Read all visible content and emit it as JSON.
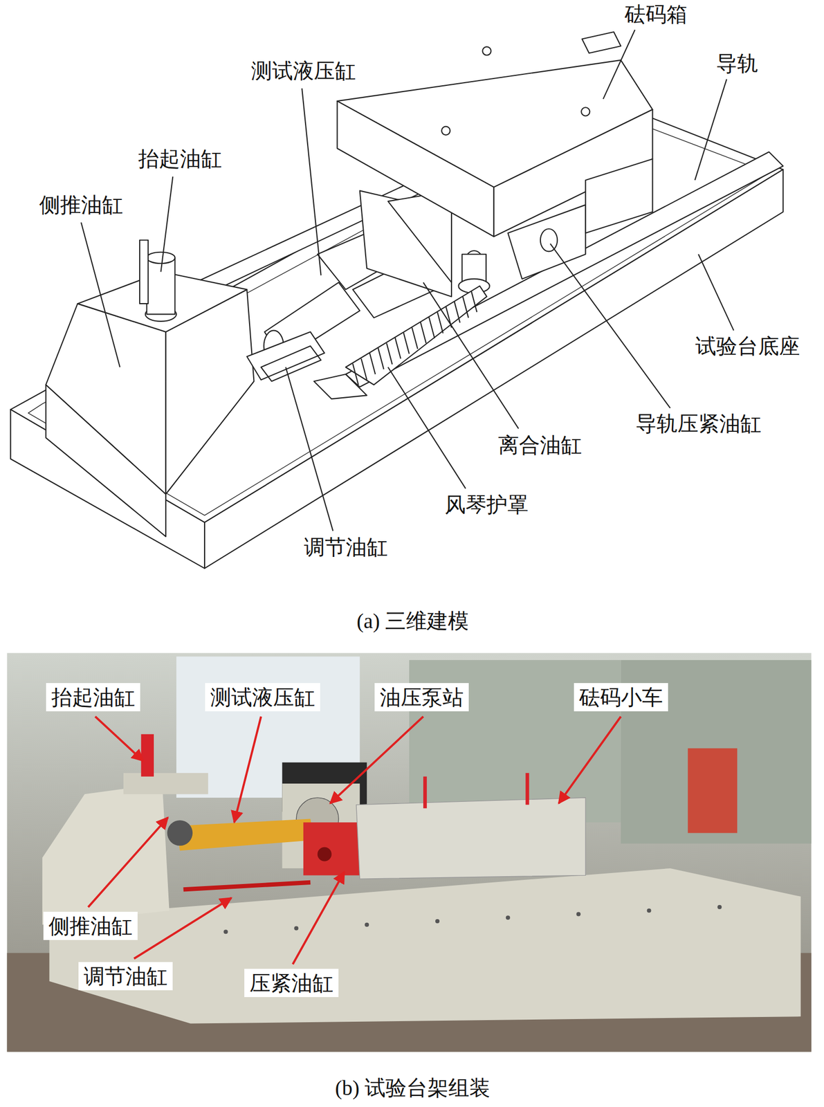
{
  "diagram": {
    "labels": [
      "砝码箱",
      "导轨",
      "测试液压缸",
      "抬起油缸",
      "侧推油缸",
      "试验台底座",
      "导轨压紧油缸",
      "离合油缸",
      "风琴护罩",
      "调节油缸",
      "(a) 三维建模",
      "抬起油缸",
      "测试液压缸",
      "油压泵站",
      "砝码小车",
      "侧推油缸",
      "调节油缸",
      "压紧油缸",
      "(b) 试验台架组装"
    ]
  }
}
